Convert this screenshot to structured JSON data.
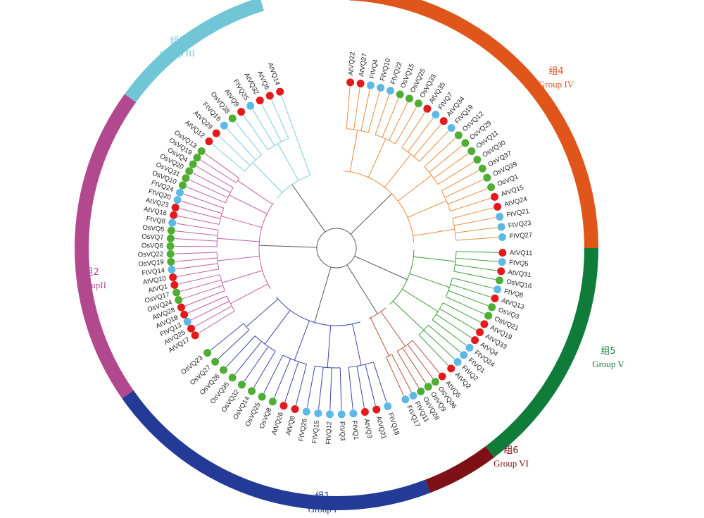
{
  "groups": [
    {
      "id": "group1",
      "label_cn": "组1",
      "label_en": "Group I",
      "color": "#233b97"
    },
    {
      "id": "group2",
      "label_cn": "组2",
      "label_en": "GroupII",
      "color": "#b2498f"
    },
    {
      "id": "group3",
      "label_cn": "组3",
      "label_en": "Group III",
      "color": "#71c6d6"
    },
    {
      "id": "group4",
      "label_cn": "组4",
      "label_en": "Group IV",
      "color": "#e0551a"
    },
    {
      "id": "group5",
      "label_cn": "组5",
      "label_en": "Group V",
      "color": "#0f7d39"
    },
    {
      "id": "group6",
      "label_cn": "组6",
      "label_en": "Group VI",
      "color": "#7d1116"
    }
  ],
  "species_colors": {
    "At": "#e3191c",
    "Os": "#4ead33",
    "Ft": "#5db8e6"
  },
  "branch_colors": {
    "group1": "#3a46a8",
    "group2": "#c15fa6",
    "group3": "#7ccbe0",
    "group4": "#ee8a3c",
    "group5": "#3e9e3a",
    "group6": "#b5523a",
    "backbone": "#555555"
  },
  "leaves": {
    "group4": [
      "AtVQ22",
      "AtVQ27",
      "FtVQ4",
      "FtVQ10",
      "FtVQ22",
      "OsVQ15",
      "OsVQ25",
      "OsVQ33",
      "AtVQ35",
      "FtVQ7",
      "AtVQ34",
      "FtVQ19",
      "OsVQ12",
      "OsVQ29",
      "OsVQ11",
      "OsVQ30",
      "OsVQ37",
      "OsVQ39",
      "OsVQ1",
      "AtVQ15",
      "AtVQ24",
      "FtVQ21",
      "FtVQ23",
      "FtVQ27"
    ],
    "group5": [
      "AtVQ11",
      "FtVQ5",
      "AtVQ31",
      "OsVQ16",
      "FtVQ8",
      "AtVQ13",
      "OsVQ3",
      "OsVQ21",
      "AtVQ19",
      "AtVQ33",
      "AtVQ4",
      "FtVQ24",
      "FtVQ1",
      "FtVQ2",
      "AtVQ2"
    ],
    "group6": [
      "AtVQ5",
      "OsVQ36",
      "OsVQ9",
      "OsVQ28",
      "FtVQ11",
      "FtVQ17"
    ],
    "group1": [
      "FtVQ18",
      "AtVQ21",
      "AtVQ3",
      "FtVQ1",
      "FtVQ3",
      "FtVQ12",
      "FtVQ15",
      "FtVQ26",
      "AtVQ8",
      "AtVQ26",
      "OsVQ8",
      "OsVQ25",
      "OsVQ14",
      "OsVQ32",
      "OsVQ35",
      "OsVQ26",
      "OsVQ27",
      "OsVQ23"
    ],
    "group2": [
      "AtVQ17",
      "AtVQ25",
      "FtVQ13",
      "AtVQ18",
      "AtVQ28",
      "OsVQ24",
      "OsVQ17",
      "AtVQ1",
      "AtVQ10",
      "FtVQ14",
      "OsVQ19",
      "OsVQ22",
      "OsVQ6",
      "OsVQ7",
      "OsVQ5",
      "FtVQ8",
      "AtVQ16",
      "AtVQ23",
      "FtVQ20",
      "FtVQ24",
      "OsVQ10",
      "OsVQ31",
      "OsVQ20",
      "OsVQ4",
      "OsVQ19",
      "OsVQ13"
    ],
    "group3": [
      "AtVQ12",
      "AtVQ29",
      "FtVQ16",
      "OsVQ38",
      "AtVQ9",
      "FtVQ25",
      "AtVQ32",
      "AtVQ6",
      "AtVQ14"
    ]
  }
}
